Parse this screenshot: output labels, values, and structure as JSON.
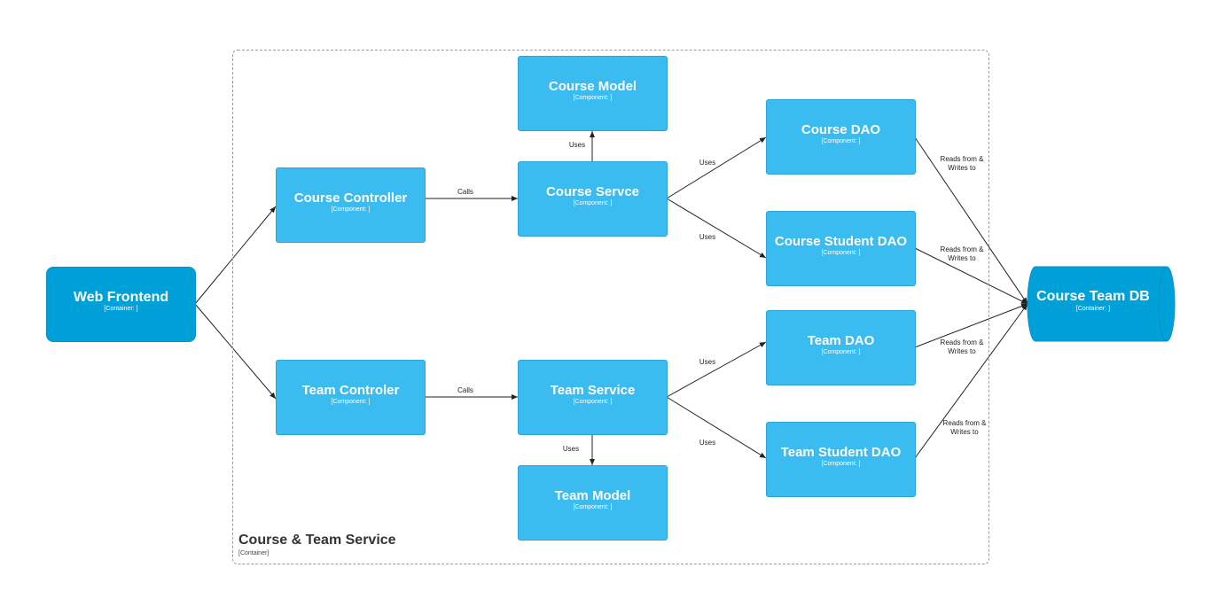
{
  "colors": {
    "component": "#3bbcf1",
    "container": "#00a1d9",
    "boundary": "#9a9a9a",
    "edge": "#222222"
  },
  "boundary": {
    "title": "Course & Team Service",
    "type": "[Container]"
  },
  "nodes": {
    "web_frontend": {
      "title": "Web Frontend",
      "type": "[Container: ]"
    },
    "course_controller": {
      "title": "Course Controller",
      "type": "[Component: ]"
    },
    "team_controler": {
      "title": "Team Controler",
      "type": "[Component: ]"
    },
    "course_model": {
      "title": "Course Model",
      "type": "[Component: ]"
    },
    "course_service": {
      "title": "Course Servce",
      "type": "[Component: ]"
    },
    "team_service": {
      "title": "Team Service",
      "type": "[Component: ]"
    },
    "team_model": {
      "title": "Team Model",
      "type": "[Component: ]"
    },
    "course_dao": {
      "title": "Course DAO",
      "type": "[Component: ]"
    },
    "course_student_dao": {
      "title": "Course Student DAO",
      "type": "[Component: ]"
    },
    "team_dao": {
      "title": "Team DAO",
      "type": "[Component: ]"
    },
    "team_student_dao": {
      "title": "Team Student DAO",
      "type": "[Component: ]"
    },
    "course_team_db": {
      "title": "Course Team DB",
      "type": "[Container: ]"
    }
  },
  "edges": [
    {
      "from": "web_frontend",
      "to": "course_controller",
      "label": ""
    },
    {
      "from": "web_frontend",
      "to": "team_controler",
      "label": ""
    },
    {
      "from": "course_controller",
      "to": "course_service",
      "label": "Calls"
    },
    {
      "from": "team_controler",
      "to": "team_service",
      "label": "Calls"
    },
    {
      "from": "course_service",
      "to": "course_model",
      "label": "Uses"
    },
    {
      "from": "team_service",
      "to": "team_model",
      "label": "Uses"
    },
    {
      "from": "course_service",
      "to": "course_dao",
      "label": "Uses"
    },
    {
      "from": "course_service",
      "to": "course_student_dao",
      "label": "Uses"
    },
    {
      "from": "team_service",
      "to": "team_dao",
      "label": "Uses"
    },
    {
      "from": "team_service",
      "to": "team_student_dao",
      "label": "Uses"
    },
    {
      "from": "course_dao",
      "to": "course_team_db",
      "label_line1": "Reads from &",
      "label_line2": "Writes to"
    },
    {
      "from": "course_student_dao",
      "to": "course_team_db",
      "label_line1": "Reads from &",
      "label_line2": "Writes to"
    },
    {
      "from": "team_dao",
      "to": "course_team_db",
      "label_line1": "Reads from &",
      "label_line2": "Writes to"
    },
    {
      "from": "team_student_dao",
      "to": "course_team_db",
      "label_line1": "Reads from &",
      "label_line2": "Writes to"
    }
  ]
}
